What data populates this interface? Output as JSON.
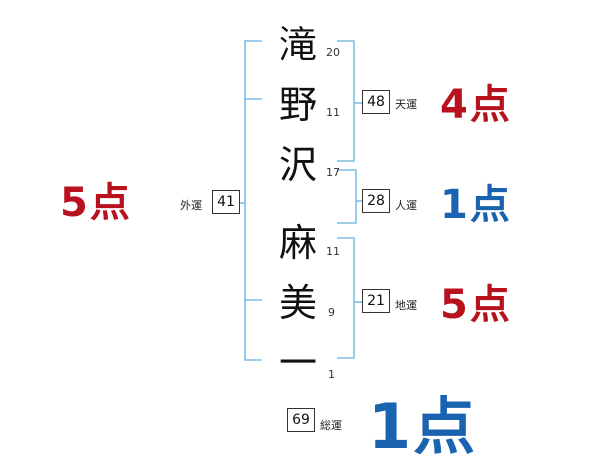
{
  "name": {
    "characters": [
      {
        "char": "滝",
        "strokes": "20"
      },
      {
        "char": "野",
        "strokes": "11"
      },
      {
        "char": "沢",
        "strokes": "17"
      },
      {
        "char": "麻",
        "strokes": "11"
      },
      {
        "char": "美",
        "strokes": "9"
      },
      {
        "char": "一",
        "strokes": "1"
      }
    ]
  },
  "fortunes": {
    "gaiun": {
      "label": "外運",
      "value": "41",
      "score": "5点",
      "color": "#b8121e"
    },
    "tenun": {
      "label": "天運",
      "value": "48",
      "score": "4点",
      "color": "#b8121e"
    },
    "jinun": {
      "label": "人運",
      "value": "28",
      "score": "1点",
      "color": "#1a63b0"
    },
    "chiun": {
      "label": "地運",
      "value": "21",
      "score": "5点",
      "color": "#b8121e"
    },
    "souun": {
      "label": "総運",
      "value": "69",
      "score": "1点",
      "color": "#1a63b0"
    }
  },
  "colors": {
    "bracket": "#7fbfe3",
    "red": "#b8121e",
    "blue": "#1a63b0"
  }
}
